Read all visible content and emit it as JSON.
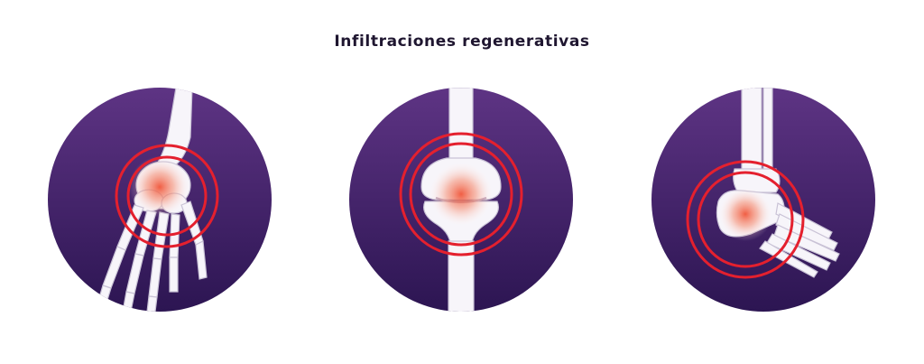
{
  "title": "Infiltraciones regenerativas",
  "joints": [
    {
      "subject": "wrist-hand"
    },
    {
      "subject": "knee"
    },
    {
      "subject": "ankle-foot"
    }
  ],
  "colors": {
    "background": "#ffffff",
    "title": "#1f1630",
    "circle_top": "#5e3484",
    "circle_bottom": "#2c1552",
    "bone": "#f7f5fa",
    "bone_outline": "#c9c2d6",
    "pain_ring": "#e4202e",
    "pain_glow": "#f0563a"
  }
}
